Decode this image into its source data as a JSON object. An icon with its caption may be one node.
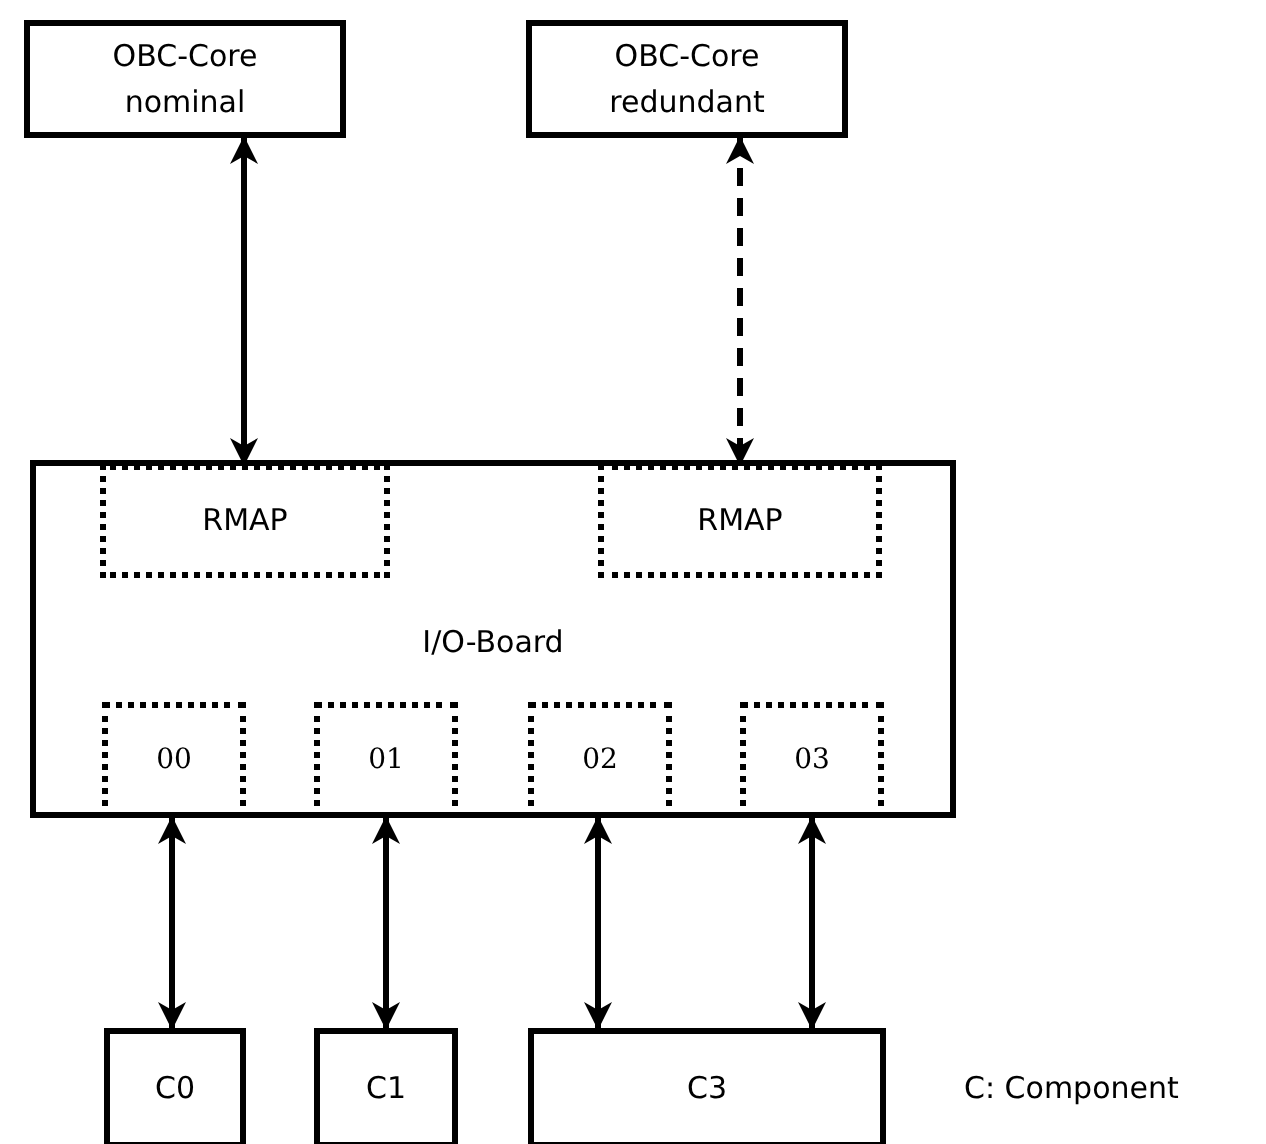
{
  "diagram": {
    "nodes": [
      {
        "text": [
          "OBC-Core nominal"
        ]
      },
      {
        "text": [
          "OBC-Core redundant"
        ]
      },
      {
        "text": [
          "I/O-Board"
        ]
      },
      {
        "text": [
          "RMAP"
        ],
        "in": 2
      },
      {
        "text": [
          "RMAP"
        ],
        "in": 2
      },
      {
        "text": [
          "00"
        ],
        "in": 2
      },
      {
        "text": [
          "01"
        ],
        "in": 2
      },
      {
        "text": [
          "02"
        ],
        "in": 2
      },
      {
        "text": [
          "03"
        ],
        "in": 2
      },
      {
        "text": [
          "C0"
        ]
      },
      {
        "text": [
          "C1"
        ]
      },
      {
        "text": [
          "C3"
        ]
      }
    ],
    "edges": [
      {
        "from": 0,
        "to": 3,
        "arrow": "both"
      },
      {
        "from": 1,
        "to": 4,
        "arrow": "both",
        "style": "dashed"
      },
      {
        "from": 5,
        "to": 9,
        "arrow": "both"
      },
      {
        "from": 6,
        "to": 10,
        "arrow": "both"
      },
      {
        "from": 7,
        "to": 11,
        "arrow": "both"
      },
      {
        "from": 8,
        "to": 11,
        "arrow": "both"
      }
    ],
    "labels": [
      "C: Component"
    ]
  }
}
